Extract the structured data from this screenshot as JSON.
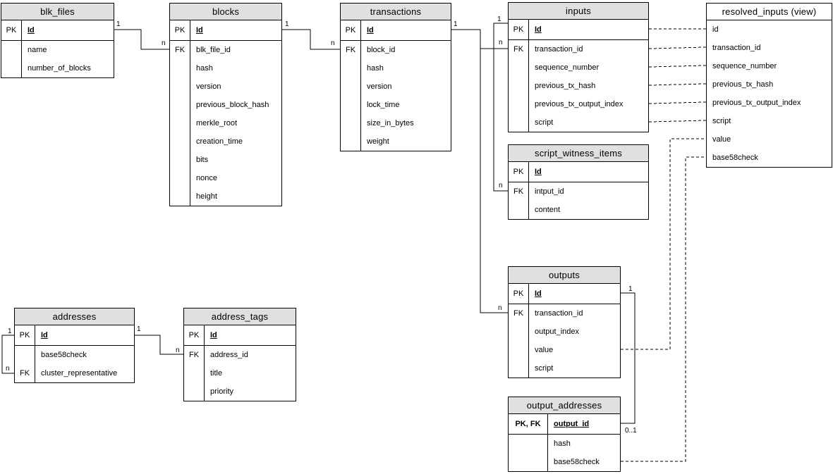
{
  "diagram": {
    "kind": "entity-relationship-diagram",
    "colors": {
      "background": "#ffffff",
      "header_fill": "#e0e0e0",
      "border": "#000000",
      "line": "#000000"
    }
  },
  "tables": {
    "blk_files": {
      "title": "blk_files",
      "pk_key": "PK",
      "pk_field": "Id",
      "keys": [
        "",
        ""
      ],
      "fields": [
        "name",
        "number_of_blocks"
      ]
    },
    "blocks": {
      "title": "blocks",
      "pk_key": "PK",
      "pk_field": "Id",
      "keys": [
        "FK",
        "",
        "",
        "",
        "",
        "",
        "",
        "",
        ""
      ],
      "fields": [
        "blk_file_id",
        "hash",
        "version",
        "previous_block_hash",
        "merkle_root",
        "creation_time",
        "bits",
        "nonce",
        "height"
      ]
    },
    "transactions": {
      "title": "transactions",
      "pk_key": "PK",
      "pk_field": "Id",
      "keys": [
        "FK",
        "",
        "",
        "",
        "",
        ""
      ],
      "fields": [
        "block_id",
        "hash",
        "version",
        "lock_time",
        "size_in_bytes",
        "weight"
      ]
    },
    "inputs": {
      "title": "inputs",
      "pk_key": "PK",
      "pk_field": "Id",
      "keys": [
        "FK",
        "",
        "",
        "",
        ""
      ],
      "fields": [
        "transaction_id",
        "sequence_number",
        "previous_tx_hash",
        "previous_tx_output_index",
        "script"
      ]
    },
    "resolved_inputs": {
      "title": "resolved_inputs (view)",
      "fields": [
        "id",
        "transaction_id",
        "sequence_number",
        "previous_tx_hash",
        "previous_tx_output_index",
        "script",
        "value",
        "base58check"
      ]
    },
    "script_witness_items": {
      "title": "script_witness_items",
      "pk_key": "PK",
      "pk_field": "Id",
      "keys": [
        "FK",
        ""
      ],
      "fields": [
        "intput_id",
        "content"
      ]
    },
    "outputs": {
      "title": "outputs",
      "pk_key": "PK",
      "pk_field": "Id",
      "keys": [
        "FK",
        "",
        "",
        ""
      ],
      "fields": [
        "transaction_id",
        "output_index",
        "value",
        "script"
      ]
    },
    "output_addresses": {
      "title": "output_addresses",
      "pk_key": "PK, FK",
      "pk_field": "output_id",
      "keys": [
        "",
        ""
      ],
      "fields": [
        "hash",
        "base58check"
      ]
    },
    "addresses": {
      "title": "addresses",
      "pk_key": "PK",
      "pk_field": "Id",
      "keys": [
        "",
        "FK"
      ],
      "fields": [
        "base58check",
        "cluster_representative"
      ]
    },
    "address_tags": {
      "title": "address_tags",
      "pk_key": "PK",
      "pk_field": "Id",
      "keys": [
        "FK",
        "",
        ""
      ],
      "fields": [
        "address_id",
        "title",
        "priority"
      ]
    }
  },
  "relationships": [
    {
      "from": "blk_files",
      "to": "blocks",
      "from_label": "1",
      "to_label": "n"
    },
    {
      "from": "blocks",
      "to": "transactions",
      "from_label": "1",
      "to_label": "n"
    },
    {
      "from": "transactions",
      "to": "inputs",
      "from_label": "1",
      "to_label": "n"
    },
    {
      "from": "transactions",
      "to": "outputs",
      "from_label": "1",
      "to_label": "n"
    },
    {
      "from": "inputs",
      "to": "script_witness_items",
      "from_label": "1",
      "to_label": "n"
    },
    {
      "from": "addresses",
      "to": "addresses",
      "from_label": "1",
      "to_label": "n"
    },
    {
      "from": "addresses",
      "to": "address_tags",
      "from_label": "1",
      "to_label": "n"
    },
    {
      "from": "outputs",
      "to": "output_addresses",
      "from_label": "1",
      "to_label": "0..1"
    }
  ],
  "view_mappings": [
    {
      "from": "inputs.Id",
      "to": "resolved_inputs.id"
    },
    {
      "from": "inputs.transaction_id",
      "to": "resolved_inputs.transaction_id"
    },
    {
      "from": "inputs.sequence_number",
      "to": "resolved_inputs.sequence_number"
    },
    {
      "from": "inputs.previous_tx_hash",
      "to": "resolved_inputs.previous_tx_hash"
    },
    {
      "from": "inputs.previous_tx_output_index",
      "to": "resolved_inputs.previous_tx_output_index"
    },
    {
      "from": "inputs.script",
      "to": "resolved_inputs.script"
    },
    {
      "from": "outputs.value",
      "to": "resolved_inputs.value"
    },
    {
      "from": "output_addresses.base58check",
      "to": "resolved_inputs.base58check"
    }
  ]
}
